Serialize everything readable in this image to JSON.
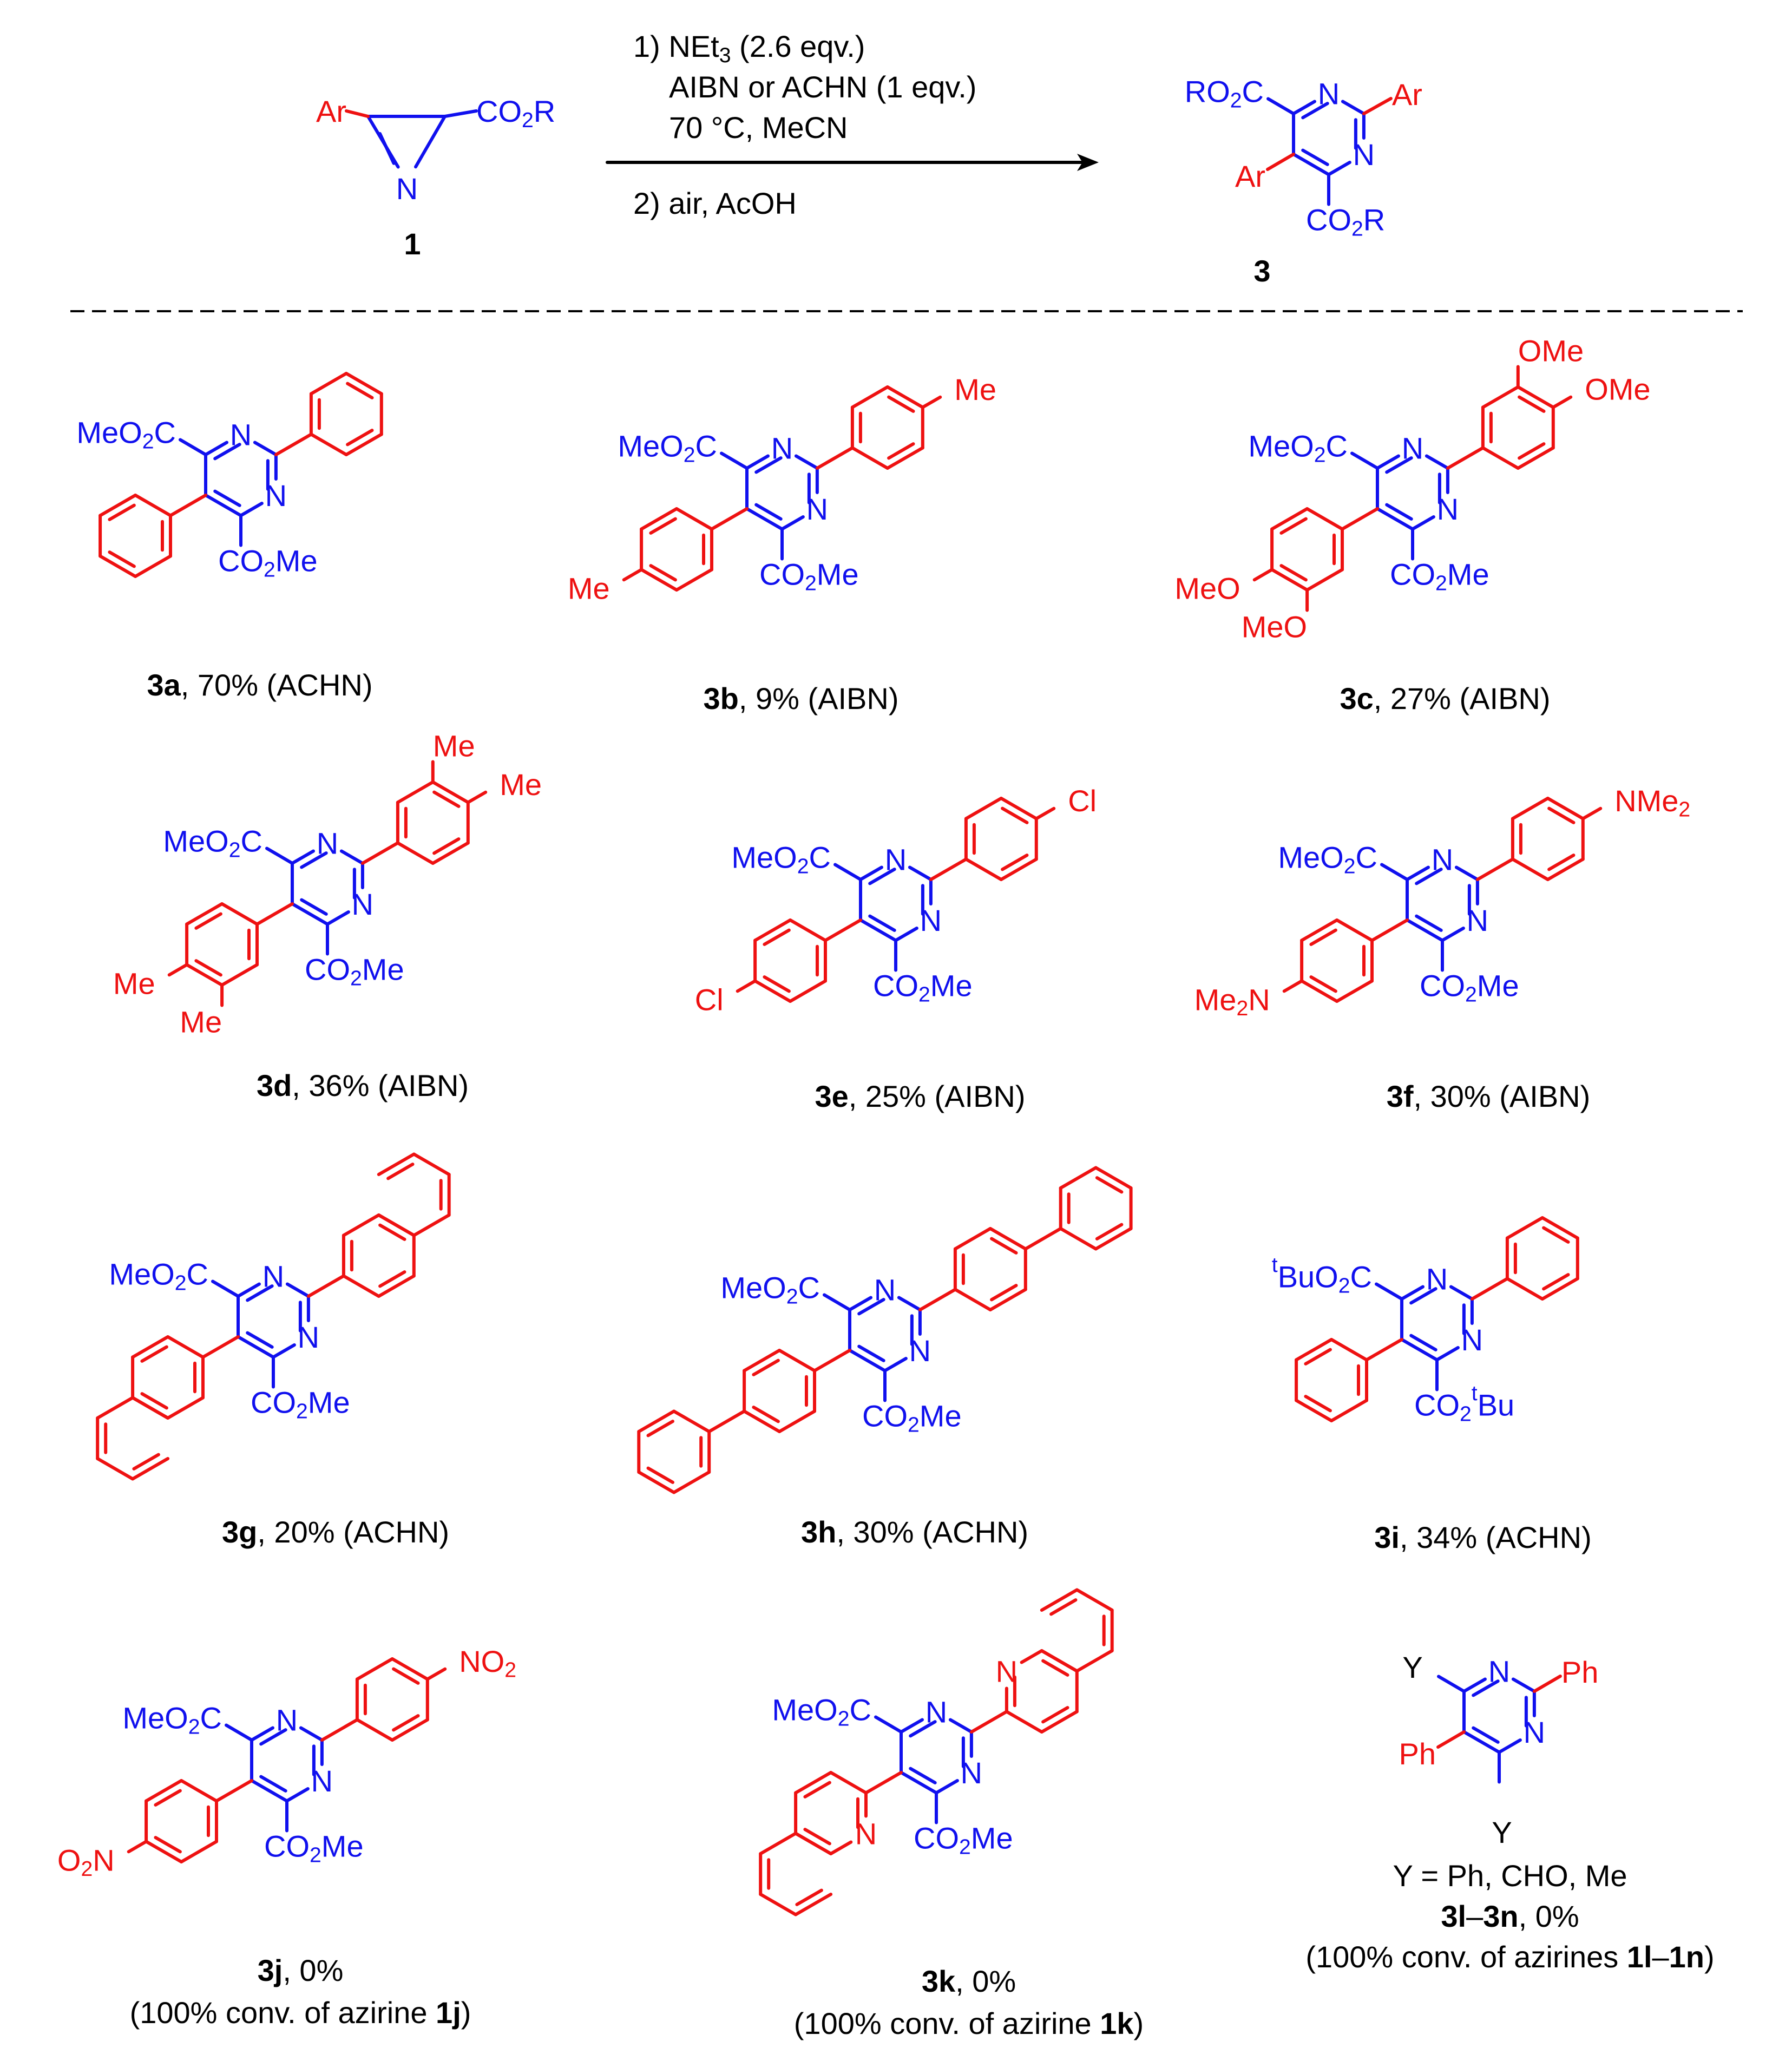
{
  "colors": {
    "red": "#ee1111",
    "blue": "#1010ee",
    "black": "#000000"
  },
  "scheme": {
    "azirine": {
      "aryl": "Ar",
      "ester": "CO2R",
      "n": "N",
      "label": "1"
    },
    "conditions": {
      "line1": "1) NEt3 (2.6 eqv.)",
      "line2": "AIBN or ACHN (1 eqv.)",
      "line3": "70 °C, MeCN",
      "line4": "2) air, AcOH"
    },
    "product": {
      "left_ester": "RO2C",
      "right_ester": "CO2R",
      "aryl": "Ar",
      "n": "N",
      "label": "3"
    }
  },
  "compounds": [
    {
      "id": "3a",
      "aryl": "Ph",
      "ester": "Me",
      "cap": "3a",
      "text": ", 70% (ACHN)"
    },
    {
      "id": "3b",
      "aryl": "4-MeC6H4",
      "ester": "Me",
      "subst": "Me",
      "cap": "3b",
      "text": ", 9% (AIBN)"
    },
    {
      "id": "3c",
      "aryl": "3,4-(MeO)2C6H3",
      "ester": "Me",
      "subst": "OMe",
      "cap": "3c",
      "text": ", 27% (AIBN)"
    },
    {
      "id": "3d",
      "aryl": "3,4-Me2C6H3",
      "ester": "Me",
      "subst": "Me",
      "cap": "3d",
      "text": ", 36% (AIBN)"
    },
    {
      "id": "3e",
      "aryl": "4-ClC6H4",
      "ester": "Me",
      "subst": "Cl",
      "cap": "3e",
      "text": ", 25% (AIBN)"
    },
    {
      "id": "3f",
      "aryl": "4-Me2NC6H4",
      "ester": "Me",
      "subst": "NMe2",
      "cap": "3f",
      "text": ", 30% (AIBN)"
    },
    {
      "id": "3g",
      "aryl": "2-naphthyl",
      "ester": "Me",
      "cap": "3g",
      "text": ", 20% (ACHN)"
    },
    {
      "id": "3h",
      "aryl": "biphenyl-4-yl",
      "ester": "Me",
      "cap": "3h",
      "text": ", 30% (ACHN)"
    },
    {
      "id": "3i",
      "aryl": "Ph",
      "ester": "tBu",
      "cap": "3i",
      "text": ", 34% (ACHN)"
    },
    {
      "id": "3j",
      "aryl": "4-O2NC6H4",
      "ester": "Me",
      "subst": "NO2",
      "cap": "3j",
      "text": ", 0%",
      "note_pre": "(100% conv. of azirine ",
      "note_bold": "1j",
      "note_post": ")"
    },
    {
      "id": "3k",
      "aryl": "quinolin-2-yl",
      "ester": "Me",
      "cap": "3k",
      "text": ", 0%",
      "note_pre": "(100% conv. of azirine ",
      "note_bold": "1k",
      "note_post": ")"
    },
    {
      "id": "3l-3n",
      "y_label": "Y",
      "ph_label": "Ph",
      "y_line": "Y = Ph, CHO, Me",
      "cap_a": "3l",
      "cap_sep": "–",
      "cap_b": "3n",
      "text": ", 0%",
      "note_pre": "(100% conv. of azirines ",
      "note_bold_a": "1l",
      "note_sep": "–",
      "note_bold_b": "1n",
      "note_post": ")"
    }
  ],
  "labels": {
    "meo2c": "MeO2C",
    "co2me": "CO2Me",
    "tbuo2c": "tBuO2C",
    "co2tbu": "CO2tBu",
    "n": "N",
    "me": "Me",
    "ome": "OMe",
    "meo": "MeO",
    "cl": "Cl",
    "nme2": "NMe2",
    "me2n": "Me2N",
    "no2": "NO2",
    "o2n": "O2N"
  }
}
